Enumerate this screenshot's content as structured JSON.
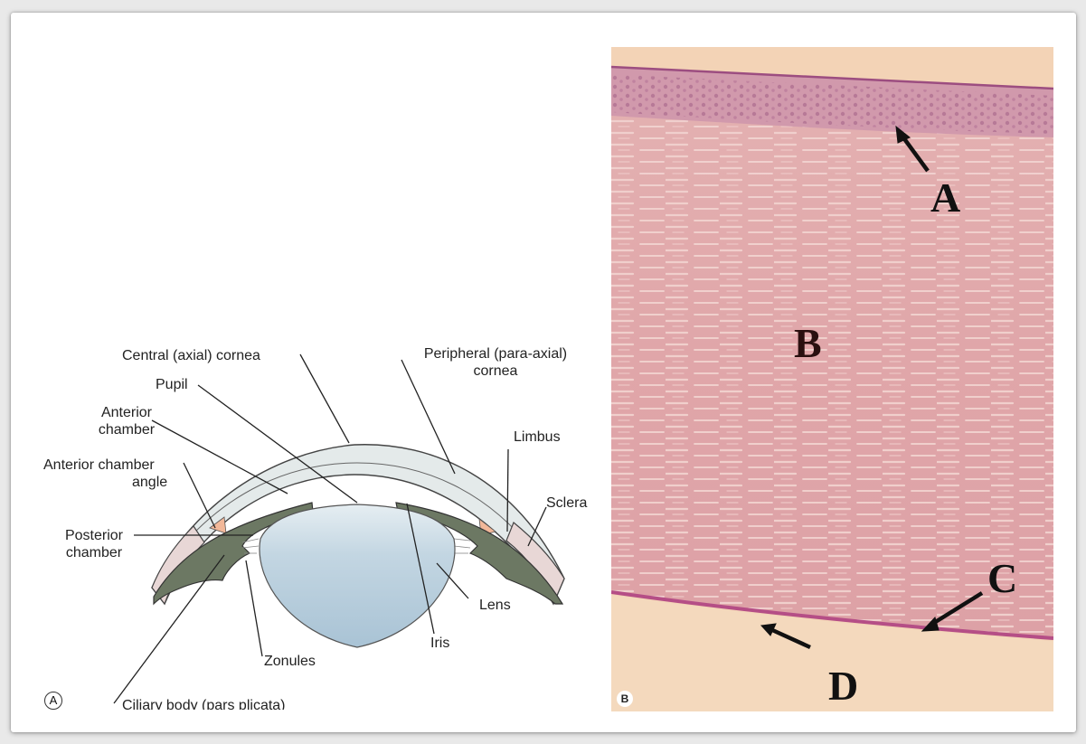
{
  "panel_a": {
    "badge": "A",
    "labels": {
      "central_cornea": "Central (axial) cornea",
      "peripheral_cornea_line1": "Peripheral (para-axial)",
      "peripheral_cornea_line2": "cornea",
      "pupil": "Pupil",
      "anterior_chamber_line1": "Anterior",
      "anterior_chamber_line2": "chamber",
      "anterior_chamber_angle_line1": "Anterior chamber",
      "anterior_chamber_angle_line2": "angle",
      "limbus": "Limbus",
      "sclera": "Sclera",
      "posterior_chamber_line1": "Posterior",
      "posterior_chamber_line2": "chamber",
      "lens": "Lens",
      "iris": "Iris",
      "zonules": "Zonules",
      "ciliary_body": "Ciliary body (pars plicata)"
    },
    "colors": {
      "cornea": "#e4eaea",
      "iris": "#6c7863",
      "lens_top": "#cfdde5",
      "lens_bottom": "#a9c3d5",
      "sclera": "#e8d7d6",
      "angle": "#f2b899"
    }
  },
  "panel_b": {
    "badge": "B",
    "markers": {
      "a": "A",
      "b": "B",
      "c": "C",
      "d": "D"
    },
    "colors": {
      "stroma": "#e2a9aa",
      "epithelium": "#c58ca2",
      "membrane": "#b54e86",
      "background": "#f3d3b6"
    }
  }
}
